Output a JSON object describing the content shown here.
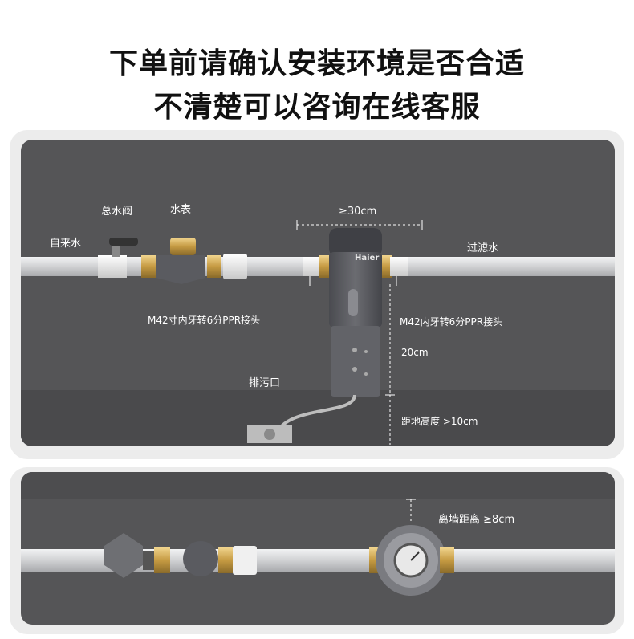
{
  "header": {
    "line1": "下单前请确认安装环境是否合适",
    "line2": "不清楚可以咨询在线客服"
  },
  "top_panel": {
    "labels": {
      "main_valve": "总水阀",
      "water_meter": "水表",
      "tap_water": "自来水",
      "width_req": "≥30cm",
      "filtered_water": "过滤水",
      "inlet_adapter": "M42寸内牙转6分PPR接头",
      "outlet_adapter": "M42内牙转6分PPR接头",
      "height_20": "20cm",
      "drain": "排污口",
      "ground_clearance": "距地高度 >10cm"
    },
    "brand": "Haier"
  },
  "bottom_panel": {
    "labels": {
      "wall_distance": "离墙距离 ≥8cm"
    }
  },
  "colors": {
    "panel_bg": "#555557",
    "frame_bg": "#ececec",
    "pipe": "#d5d6d8",
    "brass": "#c9a04c",
    "device": "#5c5d62"
  }
}
